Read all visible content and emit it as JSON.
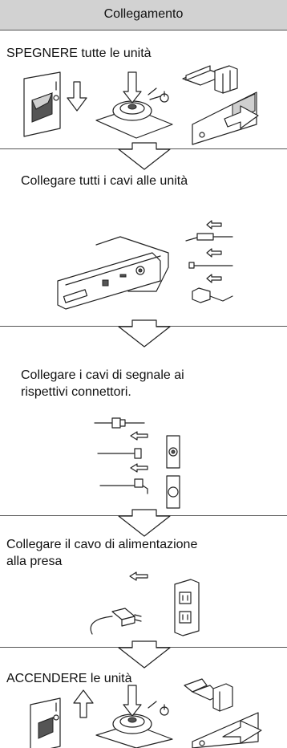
{
  "header": {
    "title": "Collegamento"
  },
  "steps": [
    {
      "text": "SPEGNERE tutte le unità"
    },
    {
      "text": "Collegare tutti i cavi alle unità"
    },
    {
      "line1": "Collegare i cavi di segnale ai",
      "line2": "rispettivi connettori."
    },
    {
      "line1": "Collegare il cavo di alimentazione",
      "line2": "alla presa"
    },
    {
      "text": "ACCENDERE le unità"
    }
  ]
}
